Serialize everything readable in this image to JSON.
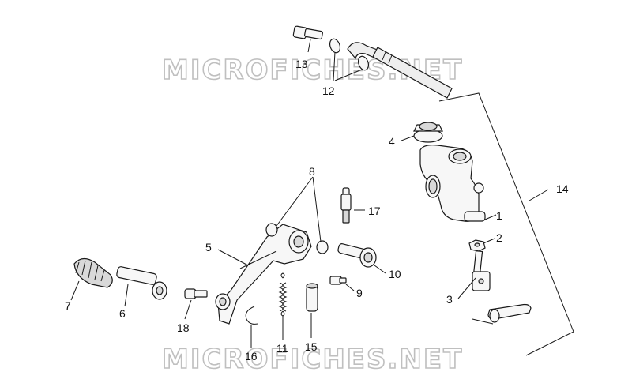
{
  "watermarks": [
    "MICROFICHES.NET",
    "MICROFICHES.NET"
  ],
  "callouts": [
    "1",
    "2",
    "3",
    "4",
    "5",
    "6",
    "7",
    "8",
    "9",
    "10",
    "11",
    "12",
    "13",
    "14",
    "15",
    "16",
    "17",
    "18"
  ]
}
